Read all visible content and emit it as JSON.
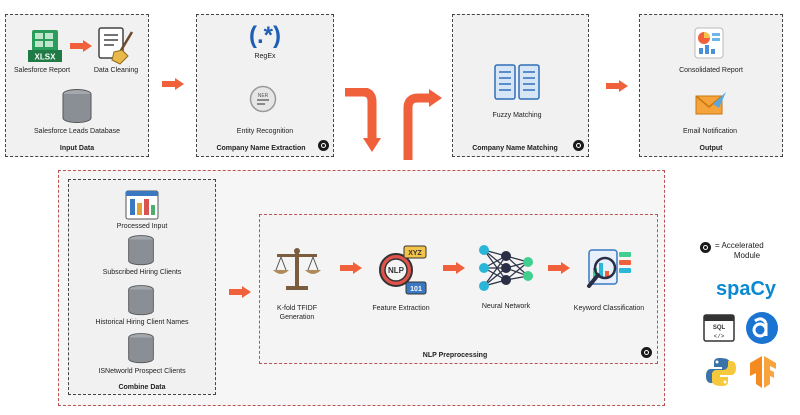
{
  "input_data": {
    "title": "Input Data",
    "xlsx_badge": "XLSX",
    "salesforce_report": "Salesforce Report",
    "data_cleaning": "Data Cleaning",
    "salesforce_leads_db": "Salesforce Leads Database"
  },
  "company_extraction": {
    "title": "Company Name Extraction",
    "regex_symbol": "(.*)",
    "regex": "RegEx",
    "entity_recognition": "Entity Recognition",
    "ner_badge": "NER"
  },
  "fuzzy": {
    "title": "Company Name Matching",
    "fuzzy_matching": "Fuzzy Matching"
  },
  "output": {
    "title": "Output",
    "consolidated_report": "Consolidated Report",
    "email_notification": "Email Notification"
  },
  "combine": {
    "title": "Combine Data",
    "processed_input": "Processed Input",
    "subscribed_clients": "Subscribed Hiring Clients",
    "historical_clients": "Historical Hiring Client Names",
    "prospect_clients": "ISNetworld Prospect Clients"
  },
  "nlp": {
    "title": "NLP Preprocessing",
    "kfold_line1": "K-fold TFIDF",
    "kfold_line2": "Generation",
    "feature_extraction": "Feature Extraction",
    "nlp_badge": "NLP",
    "xyz_badge": "XYZ",
    "binary_badge": "101",
    "neural_network": "Neural Network",
    "keyword_classification": "Keyword Classification"
  },
  "legend": {
    "accelerated_line1": "= Accelerated",
    "accelerated_line2": "Module",
    "spacy": "spaCy",
    "sql_badge": "SQL"
  },
  "colors": {
    "arrow": "#f0603a",
    "excel_green": "#1f7a45",
    "db_grey": "#8a8f96",
    "spacy_blue": "#0b8ad1",
    "regex_blue": "#1d5fb4"
  }
}
